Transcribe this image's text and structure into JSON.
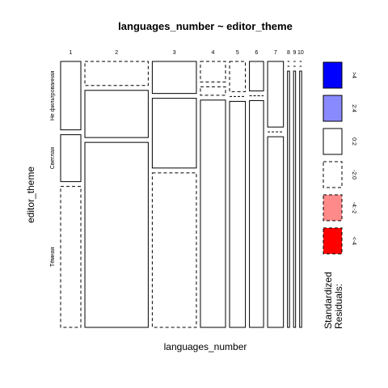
{
  "chart_data": {
    "type": "mosaic",
    "title": "languages_number ~ editor_theme",
    "xlabel": "languages_number",
    "ylabel": "editor_theme",
    "x_categories": [
      "1",
      "2",
      "3",
      "4",
      "5",
      "6",
      "7",
      "8",
      "9",
      "10"
    ],
    "y_categories": [
      "Не фильтрованная",
      "Светлая",
      "Тёмная"
    ],
    "column_proportions": [
      0.083,
      0.26,
      0.181,
      0.103,
      0.065,
      0.058,
      0.065,
      0.007,
      0.007,
      0.007
    ],
    "cell_proportions": [
      [
        0.267,
        0.183,
        0.55
      ],
      [
        0.094,
        0.184,
        0.722
      ],
      [
        0.125,
        0.272,
        0.603
      ],
      [
        0.08,
        0.033,
        0.887
      ],
      [
        0.118,
        0.0,
        0.882
      ],
      [
        0.115,
        0.0,
        0.885
      ],
      [
        0.256,
        0.0,
        0.744
      ],
      [
        0.0,
        0.0,
        1.0
      ],
      [
        0.0,
        0.0,
        1.0
      ],
      [
        0.0,
        0.0,
        1.0
      ]
    ],
    "residual_classes": [
      [
        "0:2",
        "0:2",
        "-2:0"
      ],
      [
        "-2:0",
        "0:2",
        "0:2"
      ],
      [
        "0:2",
        "0:2",
        "-2:0"
      ],
      [
        "-2:0",
        "-2:0",
        "0:2"
      ],
      [
        "-2:0",
        "-2:0",
        "0:2"
      ],
      [
        "0:2",
        "-2:0",
        "0:2"
      ],
      [
        "0:2",
        "-2:0",
        "0:2"
      ],
      [
        "-2:0",
        "-2:0",
        "0:2"
      ],
      [
        "-2:0",
        "-2:0",
        "0:2"
      ],
      [
        "-2:0",
        "-2:0",
        "0:2"
      ]
    ],
    "legend": {
      "title": "Standardized\nResiduals:",
      "items": [
        {
          "label": ">4",
          "color": "#0000ff",
          "dashed": false
        },
        {
          "label": "2:4",
          "color": "#8a8aff",
          "dashed": false
        },
        {
          "label": "0:2",
          "color": "#ffffff",
          "dashed": false
        },
        {
          "label": "-2:0",
          "color": "#ffffff",
          "dashed": true
        },
        {
          "label": "-4:-2",
          "color": "#ff8a8a",
          "dashed": true
        },
        {
          "label": "<-4",
          "color": "#ff0000",
          "dashed": true
        }
      ]
    },
    "legend_placement": "right",
    "grid": false
  }
}
